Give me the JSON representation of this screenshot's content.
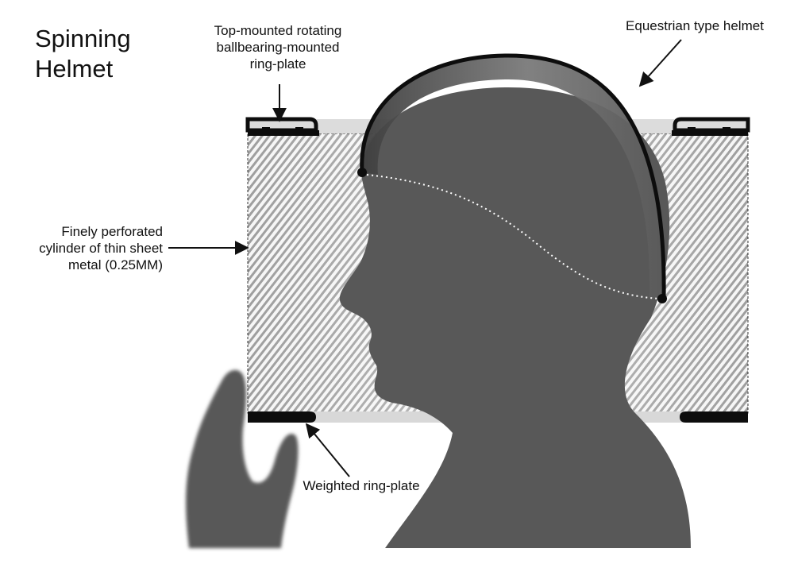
{
  "title_lines": [
    "Spinning",
    "Helmet"
  ],
  "labels": {
    "top_ring": [
      "Top-mounted rotating",
      "ballbearing-mounted",
      "ring-plate"
    ],
    "helmet": [
      "Equestrian type helmet"
    ],
    "cylinder": [
      "Finely perforated",
      "cylinder of thin sheet",
      "metal (0.25MM)"
    ],
    "weighted_ring": [
      "Weighted ring-plate"
    ]
  },
  "colors": {
    "silhouette": "#585858",
    "ring_plate": "#0d0d0d",
    "helmet_shell": "#4d4d4d",
    "cylinder_stripe": "#9a9a9a",
    "background": "#ffffff"
  }
}
